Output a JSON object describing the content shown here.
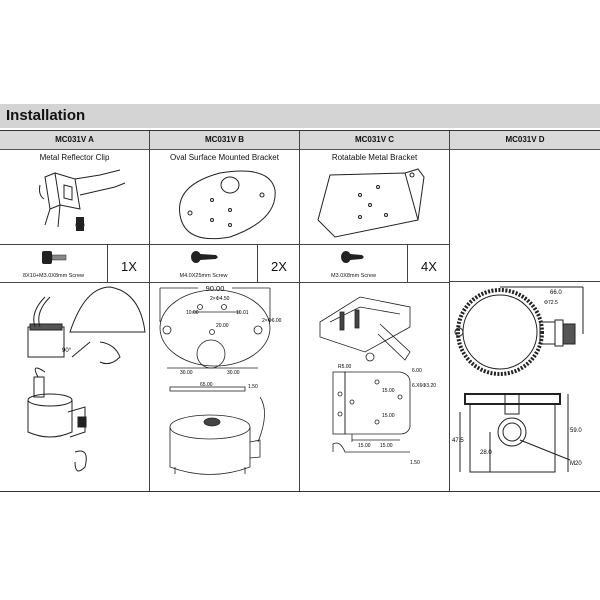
{
  "title": "Installation",
  "columns": [
    {
      "model": "MC031V  A",
      "caption": "Metal Reflector Clip",
      "screw": "8X10+M3.0X8mm  Screw",
      "qty": "1X"
    },
    {
      "model": "MC031V  B",
      "caption": "Oval Surface Mounted Bracket",
      "screw": "M4.0X25mm  Screw",
      "qty": "2X"
    },
    {
      "model": "MC031V  C",
      "caption": "Rotatable Metal Bracket",
      "screw": "M3.0X8mm  Screw",
      "qty": "4X"
    },
    {
      "model": "MC031V  D",
      "caption": ""
    }
  ],
  "dims_a": {
    "angle": "90°"
  },
  "dims_b": {
    "width": "90.00",
    "hole": "2×Φ4.50",
    "left": "10.00",
    "right": "10.01",
    "v": "20.00",
    "big": "2×Φ6.00",
    "h1": "30.00",
    "h2": "30.00",
    "base": "65.00",
    "t": "1.50"
  },
  "dims_c": {
    "r": "R5.00",
    "d1": "6.00",
    "hole": "6.X6Φ3.20",
    "v1": "15.00",
    "v2": "15.00",
    "h1": "15.00",
    "h2": "15.00",
    "t": "1.50"
  },
  "dims_d": {
    "len": "66.0",
    "dia": "Φ72.5",
    "h1": "47.5",
    "h2": "59.0",
    "c": "28.0",
    "thread": "M20"
  }
}
